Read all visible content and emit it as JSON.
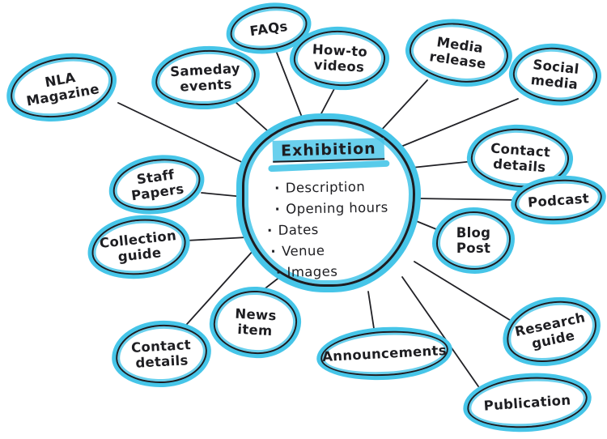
{
  "colors": {
    "highlighter": "#46c5e8",
    "ink": "#1c1c21",
    "paper": "#ffffff"
  },
  "center": {
    "id": "exhibition",
    "title": "Exhibition",
    "items": [
      "Description",
      "Opening hours",
      "Dates",
      "Venue",
      "Images"
    ]
  },
  "nodes": [
    {
      "id": "nla-magazine",
      "label": "NLA\nMagazine"
    },
    {
      "id": "sameday-events",
      "label": "Sameday\nevents"
    },
    {
      "id": "faqs",
      "label": "FAQs"
    },
    {
      "id": "how-to-videos",
      "label": "How-to\nvideos"
    },
    {
      "id": "media-release",
      "label": "Media\nrelease"
    },
    {
      "id": "social-media",
      "label": "Social\nmedia"
    },
    {
      "id": "contact-details-right",
      "label": "Contact\ndetails"
    },
    {
      "id": "podcast",
      "label": "Podcast"
    },
    {
      "id": "blog-post",
      "label": "Blog\nPost"
    },
    {
      "id": "research-guide",
      "label": "Research\nguide"
    },
    {
      "id": "publication",
      "label": "Publication"
    },
    {
      "id": "announcements",
      "label": "Announcements"
    },
    {
      "id": "news-item",
      "label": "News\nitem"
    },
    {
      "id": "contact-details-left",
      "label": "Contact\ndetails"
    },
    {
      "id": "collection-guide",
      "label": "Collection\nguide"
    },
    {
      "id": "staff-papers",
      "label": "Staff\nPapers"
    }
  ],
  "edges": [
    {
      "from": "exhibition",
      "to": "nla-magazine"
    },
    {
      "from": "exhibition",
      "to": "sameday-events"
    },
    {
      "from": "exhibition",
      "to": "faqs"
    },
    {
      "from": "exhibition",
      "to": "how-to-videos"
    },
    {
      "from": "exhibition",
      "to": "media-release"
    },
    {
      "from": "exhibition",
      "to": "social-media"
    },
    {
      "from": "exhibition",
      "to": "contact-details-right"
    },
    {
      "from": "exhibition",
      "to": "podcast"
    },
    {
      "from": "exhibition",
      "to": "blog-post"
    },
    {
      "from": "exhibition",
      "to": "research-guide"
    },
    {
      "from": "exhibition",
      "to": "publication"
    },
    {
      "from": "exhibition",
      "to": "announcements"
    },
    {
      "from": "exhibition",
      "to": "news-item"
    },
    {
      "from": "exhibition",
      "to": "contact-details-left"
    },
    {
      "from": "exhibition",
      "to": "collection-guide"
    },
    {
      "from": "exhibition",
      "to": "staff-papers"
    }
  ]
}
